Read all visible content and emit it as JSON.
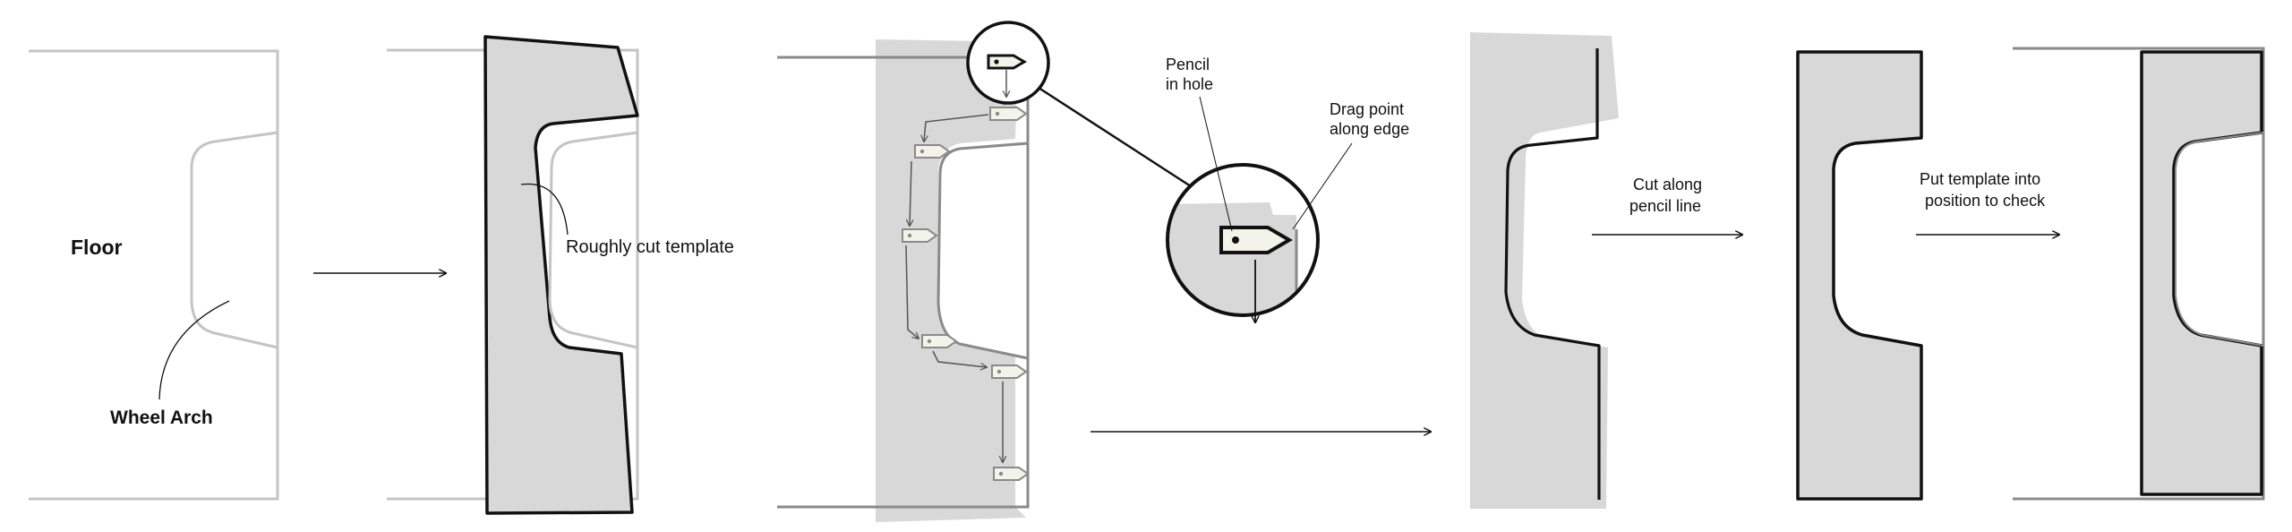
{
  "panel1": {
    "floor_label": "Floor",
    "wheel_arch_label": "Wheel Arch"
  },
  "panel2": {
    "template_label": "Roughly cut template"
  },
  "panel3": {
    "pencil_label_line1": "Pencil",
    "pencil_label_line2": "in hole",
    "drag_label_line1": "Drag point",
    "drag_label_line2": "along edge"
  },
  "panel5": {
    "cut_label_line1": "Cut along",
    "cut_label_line2": "pencil line"
  },
  "panel6": {
    "check_label_line1": "Put template into",
    "check_label_line2": "position to check"
  },
  "colors": {
    "template_fill": "#d8d8d8",
    "light_line": "#c4c4c4",
    "mid_line": "#8a8a8a",
    "dark_line": "#111111",
    "pencil_tag_fill": "#f3f3ea"
  }
}
